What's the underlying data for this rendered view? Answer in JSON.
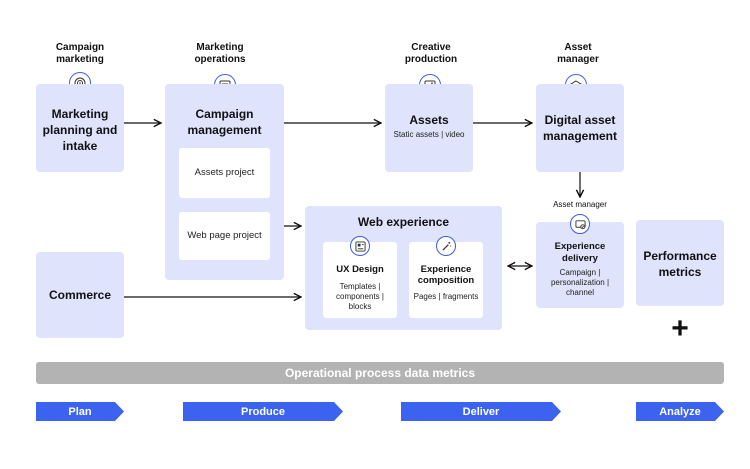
{
  "roles": {
    "campaign_marketing": "Campaign\nmarketing",
    "marketing_operations": "Marketing\noperations",
    "creative_production": "Creative\nproduction",
    "asset_manager": "Asset\nmanager",
    "asset_manager_small": "Asset manager"
  },
  "boxes": {
    "marketing_planning": "Marketing planning and intake",
    "campaign_management": "Campaign management",
    "assets_project": "Assets project",
    "web_page_project": "Web page project",
    "assets": "Assets",
    "assets_sub": "Static assets | video",
    "digital_asset_management": "Digital asset management",
    "web_experience": "Web experience",
    "ux_design": "UX Design",
    "ux_design_sub": "Templates | components | blocks",
    "experience_composition": "Experience composition",
    "experience_composition_sub": "Pages | fragments",
    "experience_delivery": "Experience delivery",
    "experience_delivery_sub": "Campaign | personalization | channel",
    "commerce": "Commerce",
    "performance_metrics": "Performance metrics"
  },
  "plus": "+",
  "bar_label": "Operational process data metrics",
  "phases": [
    "Plan",
    "Produce",
    "Deliver",
    "Analyze"
  ],
  "colors": {
    "box": "#dfe3fb",
    "phase": "#3b63f0",
    "bar": "#b3b3b3",
    "icon": "#3b5bdb"
  }
}
